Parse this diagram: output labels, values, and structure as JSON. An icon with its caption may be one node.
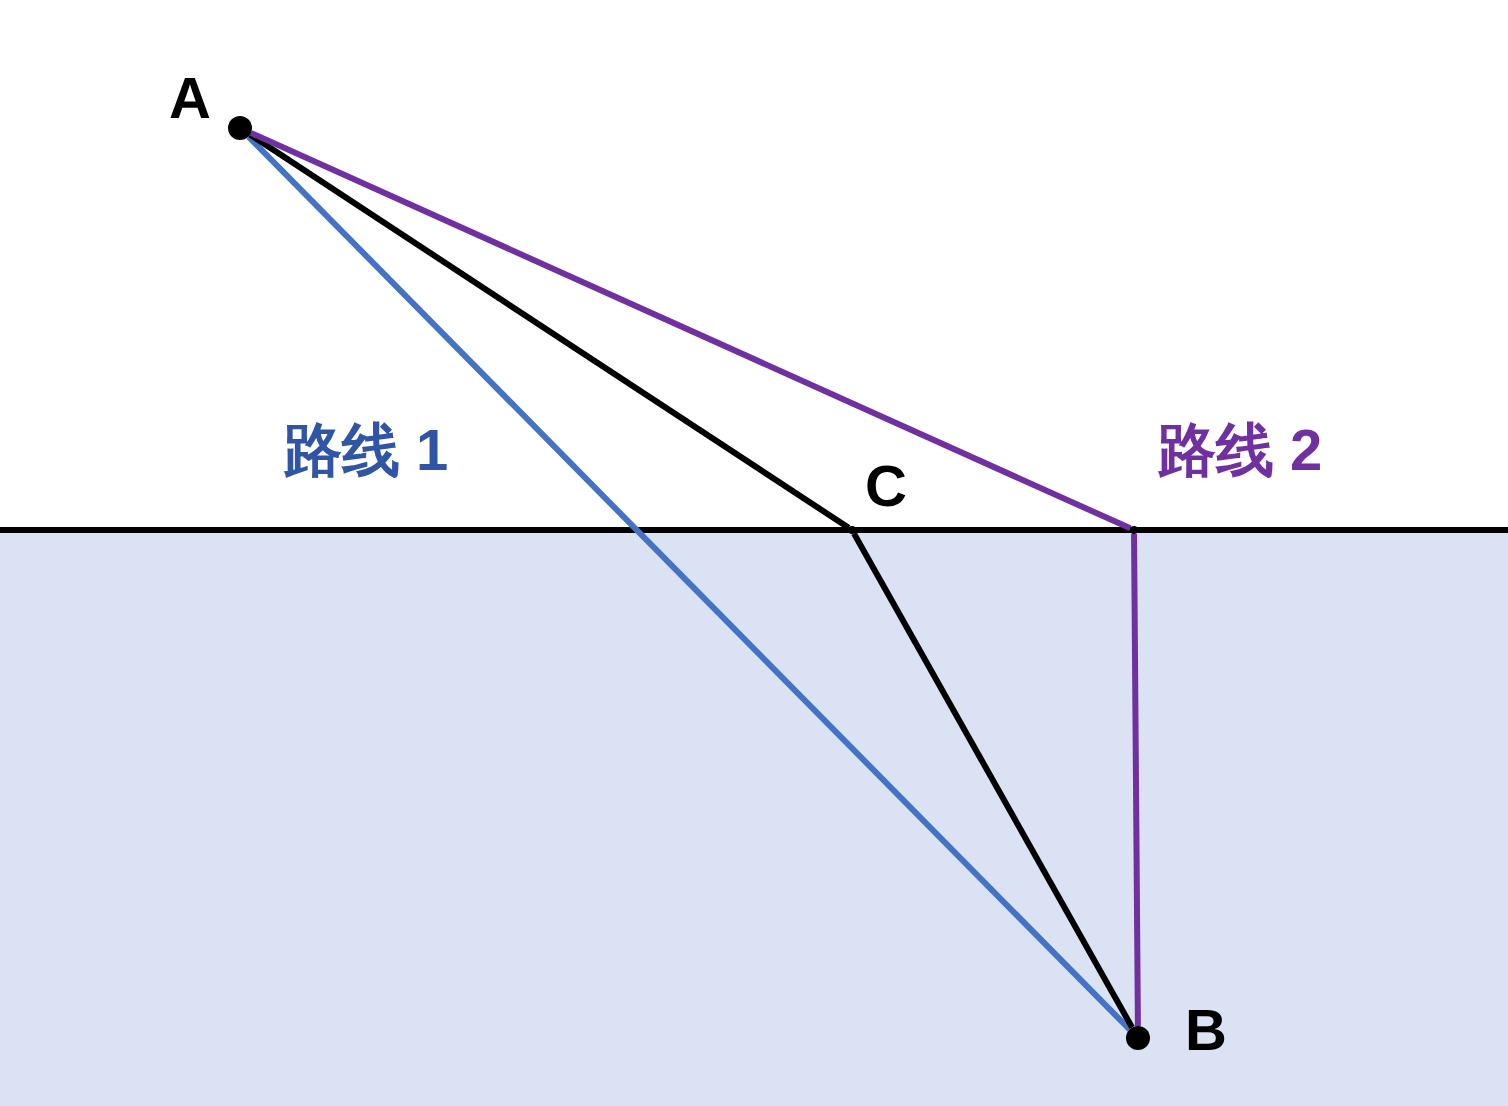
{
  "diagram": {
    "nodes": [
      {
        "text": [],
        "shape": "point",
        "beside": [
          "A"
        ]
      },
      {
        "text": [],
        "shape": "point",
        "beside": [
          "C"
        ]
      },
      {
        "text": [],
        "shape": "point"
      },
      {
        "text": [],
        "shape": "point",
        "beside": [
          "B"
        ]
      }
    ],
    "edges": [
      {
        "from": 0,
        "to": 3,
        "arrow": "none",
        "color": "#4472c4"
      },
      {
        "from": 0,
        "to": 1,
        "arrow": "none",
        "color": "#000000"
      },
      {
        "from": 1,
        "to": 3,
        "arrow": "none",
        "color": "#000000"
      },
      {
        "from": 0,
        "to": 2,
        "arrow": "none",
        "color": "#7030a0"
      },
      {
        "from": 2,
        "to": 3,
        "arrow": "none",
        "color": "#7030a0"
      }
    ],
    "labels": [
      "路线 1",
      "路线 2"
    ]
  }
}
